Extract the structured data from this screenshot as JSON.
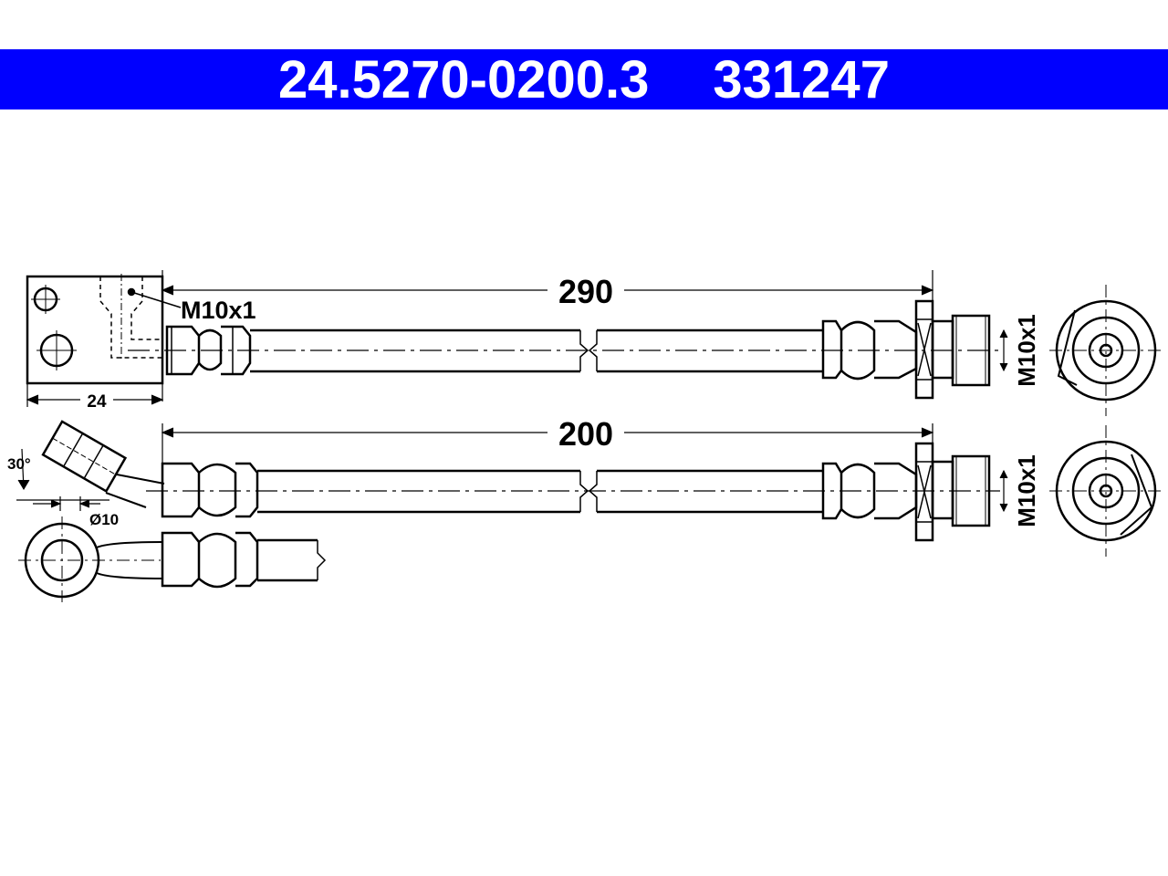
{
  "header": {
    "part_number": "24.5270-0200.3",
    "reference_number": "331247",
    "background_color": "#0000ff",
    "text_color": "#ffffff"
  },
  "dimensions": {
    "upper_length": "290",
    "lower_length": "200",
    "block_width": "24",
    "angle": "30°",
    "eye_diameter": "Ø10",
    "thread_upper_left": "M10x1",
    "thread_upper_right": "M10x1",
    "thread_lower_right": "M10x1"
  }
}
